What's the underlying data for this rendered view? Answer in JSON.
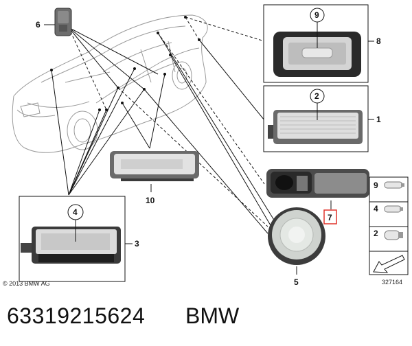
{
  "callouts": {
    "c1": "1",
    "c2": "2",
    "c3": "3",
    "c4": "4",
    "c5": "5",
    "c6": "6",
    "c7": "7",
    "c8": "8",
    "c9": "9",
    "c10": "10"
  },
  "legend": {
    "items": [
      {
        "num": "9"
      },
      {
        "num": "4"
      },
      {
        "num": "2"
      }
    ]
  },
  "copyright": "© 2013 BMW AG",
  "diagram_id": "327164",
  "footer": {
    "part_number": "63319215624",
    "brand": "BMW"
  },
  "colors": {
    "highlight_box": "#e0342b",
    "line": "#111111"
  }
}
